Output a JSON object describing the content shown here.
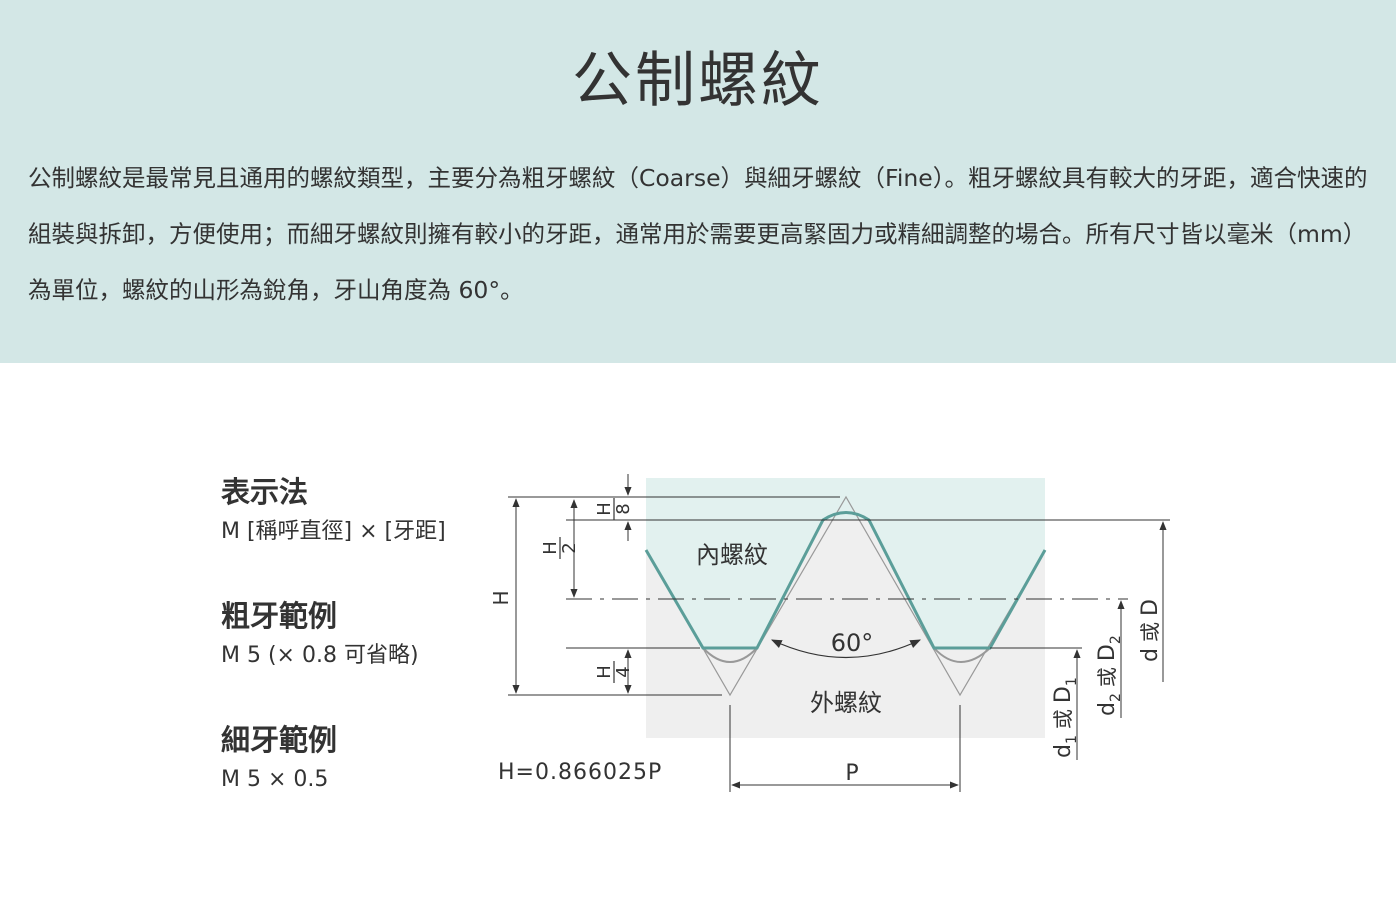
{
  "header": {
    "title": "公制螺紋",
    "intro": "公制螺紋是最常見且通用的螺紋類型，主要分為粗牙螺紋（Coarse）與細牙螺紋（Fine）。粗牙螺紋具有較大的牙距，適合快速的組裝與拆卸，方便使用；而細牙螺紋則擁有較小的牙距，通常用於需要更高緊固力或精細調整的場合。所有尺寸皆以毫米（mm）為單位，螺紋的山形為銳角，牙山角度為 60°。"
  },
  "legend": {
    "notation_heading": "表示法",
    "notation_value": "M [稱呼直徑] × [牙距]",
    "coarse_heading": "粗牙範例",
    "coarse_value": "M 5 (× 0.8 可省略)",
    "fine_heading": "細牙範例",
    "fine_value": "M 5 × 0.5"
  },
  "diagram": {
    "formula": "H=0.866025P",
    "internal_label": "內螺紋",
    "external_label": "外螺紋",
    "angle_label": "60°",
    "pitch_label": "P",
    "h_label": "H",
    "h2_label": "H/2",
    "h4_label": "H/4",
    "h8_label": "H/8",
    "frac_num": "H",
    "frac_den_2": "2",
    "frac_den_4": "4",
    "frac_den_8": "8",
    "d1_main": "d",
    "d1_sub": "1",
    "d1_or": "或",
    "d1_main2": "D",
    "d1_sub2": "1",
    "d2_main": "d",
    "d2_sub": "2",
    "d2_or": "或",
    "d2_main2": "D",
    "d2_sub2": "2",
    "d_main": "d",
    "d_or": "或",
    "d_main2": "D",
    "colors": {
      "header_bg": "#d3e7e6",
      "thread_line": "#5b9e99",
      "internal_fill": "#e2f1ef",
      "external_fill": "#efefef"
    }
  }
}
